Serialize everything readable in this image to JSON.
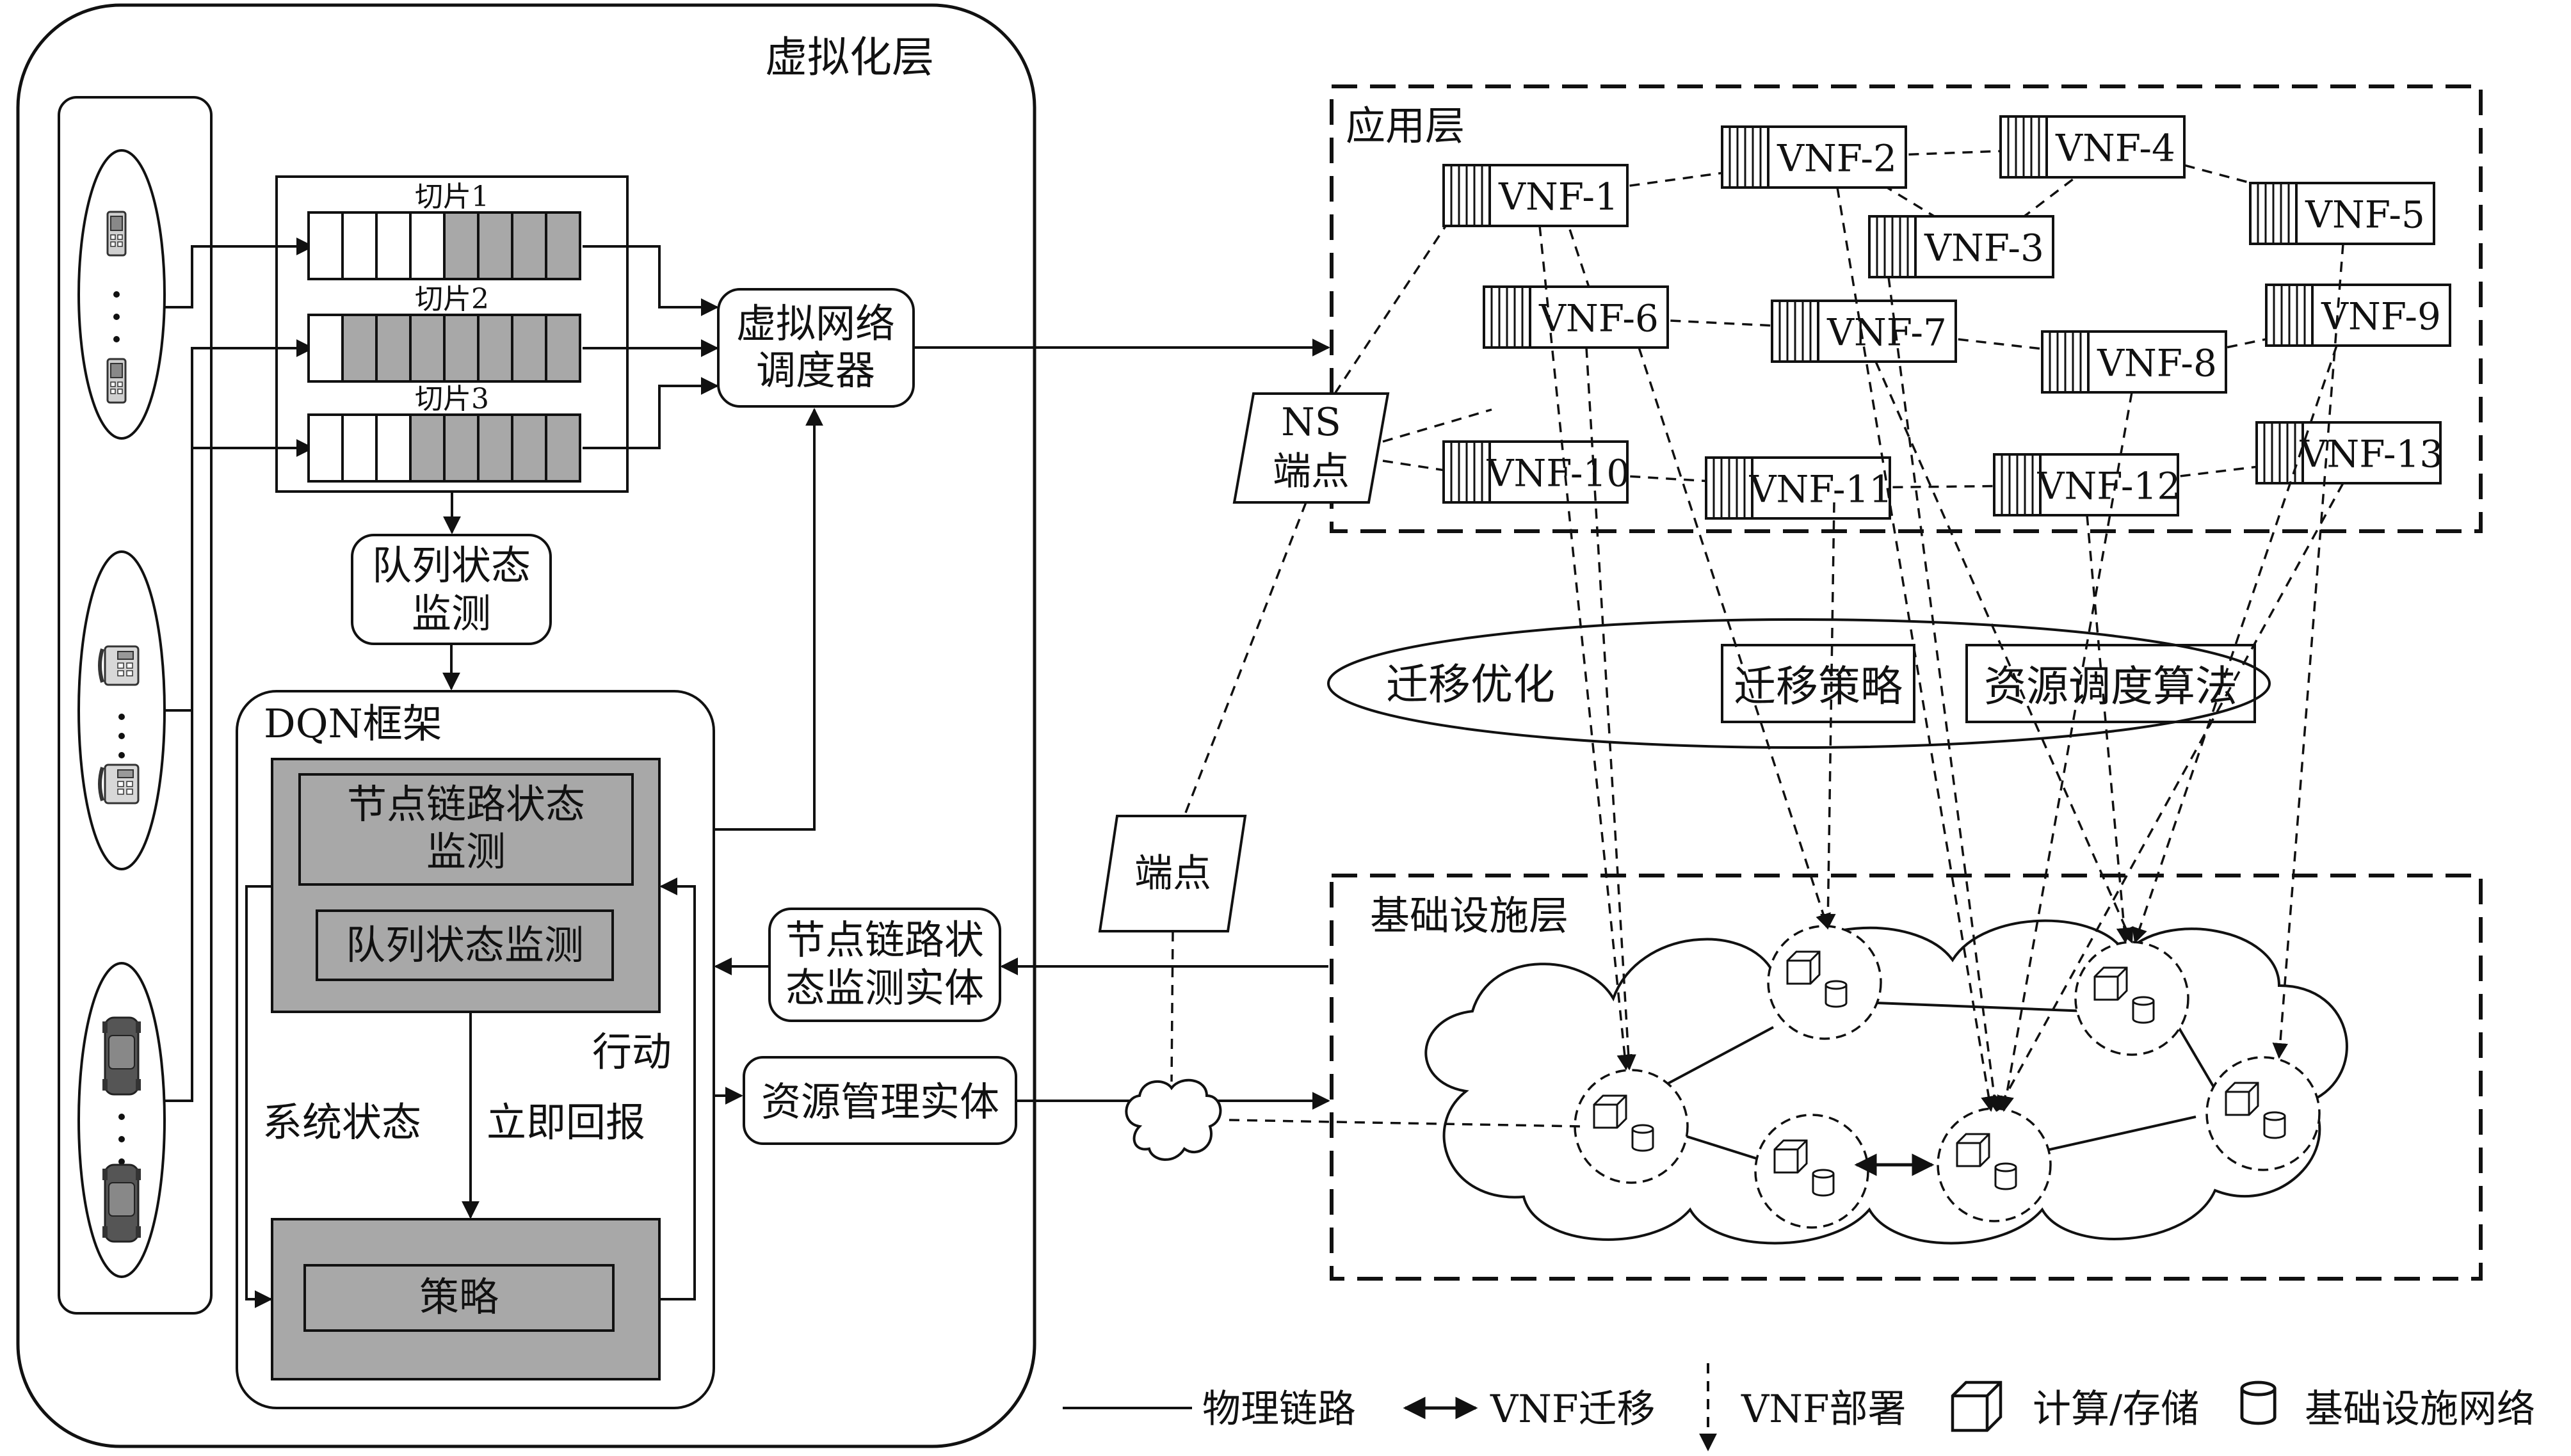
{
  "virtualization_layer": {
    "title": "虚拟化层",
    "slices": [
      "切片1",
      "切片2",
      "切片3"
    ],
    "scheduler": [
      "虚拟网络",
      "调度器"
    ],
    "queue_monitor": [
      "队列状态",
      "监测"
    ],
    "dqn": {
      "title": "DQN框架",
      "node_link_monitor": [
        "节点链路状态",
        "监测"
      ],
      "queue_monitor": "队列状态监测",
      "system_state": "系统状态",
      "immediate_reward": "立即回报",
      "action": "行动",
      "policy": "策略"
    },
    "node_link_entity": [
      "节点链路状",
      "态监测实体"
    ],
    "resource_entity": "资源管理实体"
  },
  "application_layer": {
    "title": "应用层",
    "vnfs": [
      "VNF-1",
      "VNF-2",
      "VNF-3",
      "VNF-4",
      "VNF-5",
      "VNF-6",
      "VNF-7",
      "VNF-8",
      "VNF-9",
      "VNF-10",
      "VNF-11",
      "VNF-12",
      "VNF-13"
    ],
    "ns_endpoint": [
      "NS",
      "端点"
    ]
  },
  "middle": {
    "migration_optimization": "迁移优化",
    "migration_strategy": "迁移策略",
    "resource_algorithm": "资源调度算法",
    "endpoint": "端点"
  },
  "infrastructure_layer": {
    "title": "基础设施层"
  },
  "legend": {
    "physical_link": "物理链路",
    "vnf_migration": "VNF迁移",
    "vnf_deployment": "VNF部署",
    "compute_storage": "计算/存储",
    "infra_network": "基础设施网络"
  }
}
